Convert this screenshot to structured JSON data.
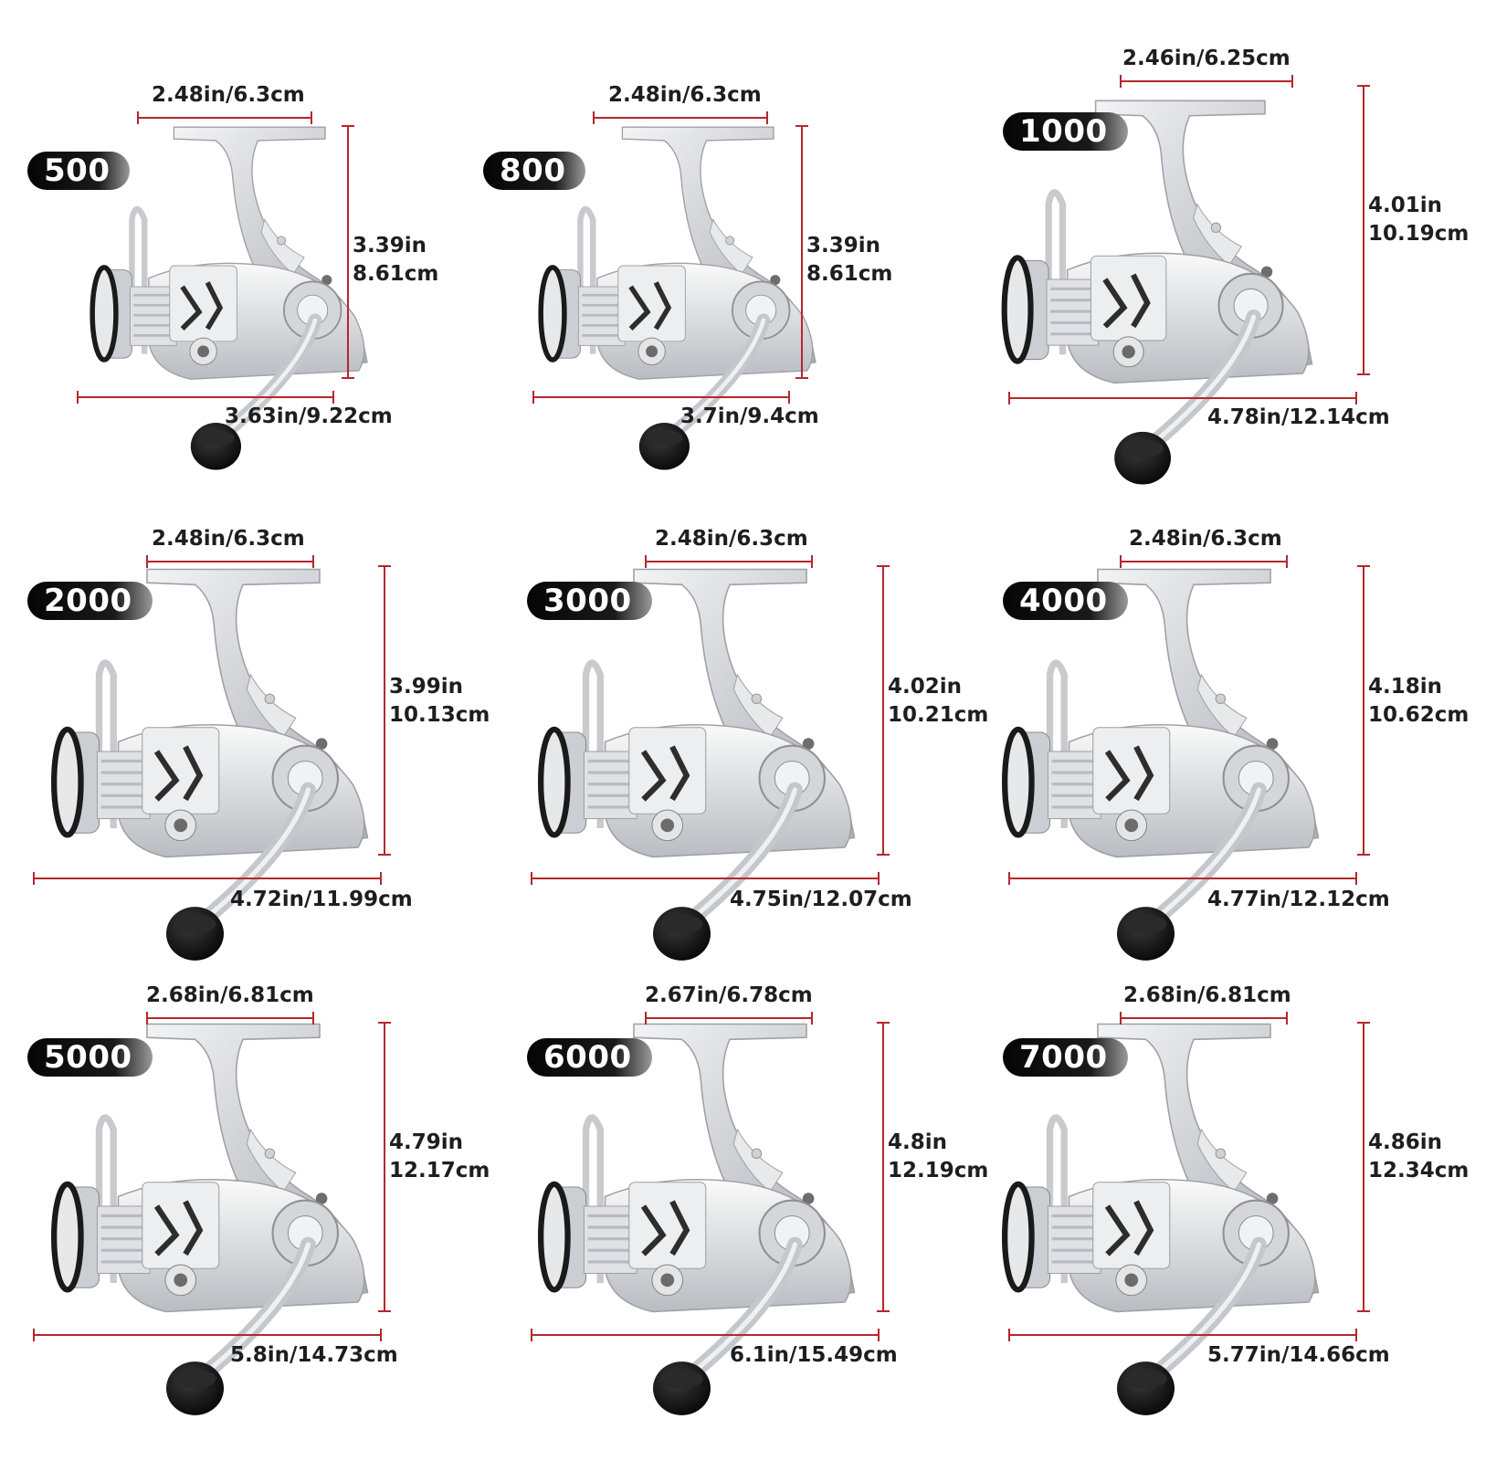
{
  "reels": [
    {
      "model": "500",
      "top": "2.48in/6.3cm",
      "height_in": "3.39in",
      "height_cm": "8.61cm",
      "bottom": "3.63in/9.22cm"
    },
    {
      "model": "800",
      "top": "2.48in/6.3cm",
      "height_in": "3.39in",
      "height_cm": "8.61cm",
      "bottom": "3.7in/9.4cm"
    },
    {
      "model": "1000",
      "top": "2.46in/6.25cm",
      "height_in": "4.01in",
      "height_cm": "10.19cm",
      "bottom": "4.78in/12.14cm"
    },
    {
      "model": "2000",
      "top": "2.48in/6.3cm",
      "height_in": "3.99in",
      "height_cm": "10.13cm",
      "bottom": "4.72in/11.99cm"
    },
    {
      "model": "3000",
      "top": "2.48in/6.3cm",
      "height_in": "4.02in",
      "height_cm": "10.21cm",
      "bottom": "4.75in/12.07cm"
    },
    {
      "model": "4000",
      "top": "2.48in/6.3cm",
      "height_in": "4.18in",
      "height_cm": "10.62cm",
      "bottom": "4.77in/12.12cm"
    },
    {
      "model": "5000",
      "top": "2.68in/6.81cm",
      "height_in": "4.79in",
      "height_cm": "12.17cm",
      "bottom": "5.8in/14.73cm"
    },
    {
      "model": "6000",
      "top": "2.67in/6.78cm",
      "height_in": "4.8in",
      "height_cm": "12.19cm",
      "bottom": "6.1in/15.49cm"
    },
    {
      "model": "7000",
      "top": "2.68in/6.81cm",
      "height_in": "4.86in",
      "height_cm": "12.34cm",
      "bottom": "5.77in/14.66cm"
    }
  ],
  "colors": {
    "dimension_line": "#b5272d",
    "badge": "#111111",
    "reel_body": "#d9dadc",
    "knob": "#111111"
  }
}
